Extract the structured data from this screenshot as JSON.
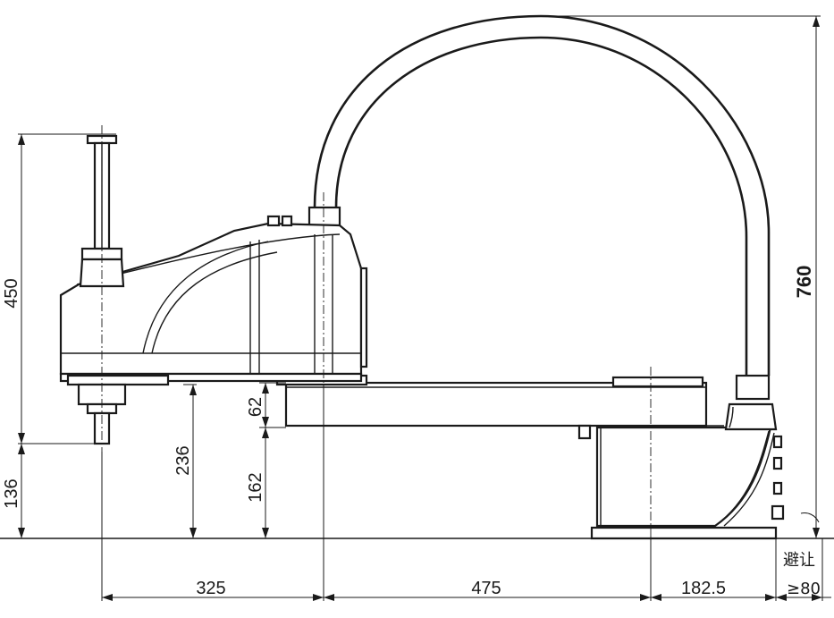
{
  "drawing": {
    "dimensions": {
      "total_height": "760",
      "z_stroke": "450",
      "base_height": "136",
      "arm_height_236": "236",
      "arm_height_162": "162",
      "arm_thickness": "62",
      "arm1_length": "325",
      "arm2_length": "475",
      "base_depth": "182.5",
      "clearance_label": "避让",
      "clearance_value": "≥80"
    },
    "colors": {
      "line": "#1a1a1a",
      "background": "#ffffff"
    }
  }
}
